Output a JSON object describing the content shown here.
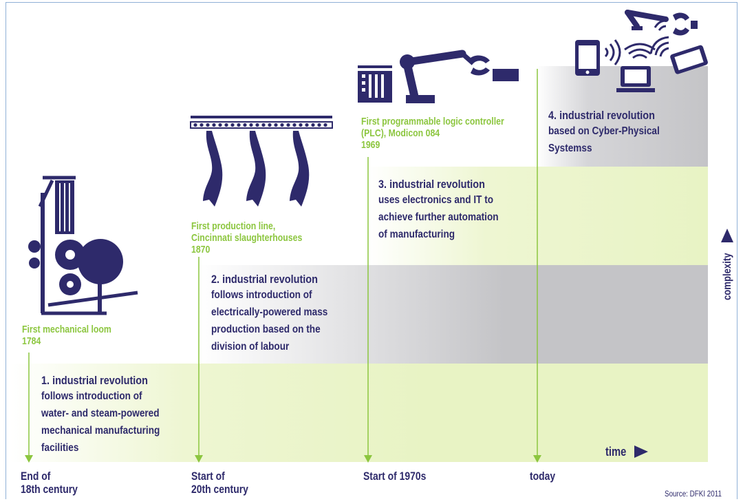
{
  "colors": {
    "navy": "#2e2a6b",
    "green": "#8cc63f",
    "light_green": "#e8f3c4",
    "gray": "#c4c4c7"
  },
  "milestones": [
    {
      "label_lines": [
        "First mechanical loom",
        "1784"
      ],
      "icon": "mechanical-loom-icon",
      "era_lines": [
        "End of",
        "18th century"
      ]
    },
    {
      "label_lines": [
        "First production line,",
        "Cincinnati slaughterhouses",
        "1870"
      ],
      "icon": "slaughterhouse-line-icon",
      "era_lines": [
        "Start of",
        "20th century"
      ]
    },
    {
      "label_lines": [
        "First programmable logic controller",
        "(PLC), Modicon 084",
        "1969"
      ],
      "icon": "plc-robot-arm-icon",
      "era_lines": [
        "Start of 1970s"
      ]
    },
    {
      "icon": "cyber-physical-devices-icon",
      "era_lines": [
        "today"
      ]
    }
  ],
  "revolutions": [
    {
      "title": "1. industrial revolution",
      "lines": [
        "follows introduction of",
        "water- and steam-powered",
        "mechanical manufacturing",
        "facilities"
      ]
    },
    {
      "title": "2. industrial revolution",
      "lines": [
        "follows introduction of",
        "electrically-powered mass",
        "production based on the",
        "division of labour"
      ]
    },
    {
      "title": "3. industrial revolution",
      "lines": [
        "uses electronics and IT to",
        "achieve further automation",
        "of manufacturing"
      ]
    },
    {
      "title": "4. industrial revolution",
      "lines": [
        "based on Cyber-Physical",
        "Systemss"
      ]
    }
  ],
  "axes": {
    "x_label": "time",
    "y_label": "complexity"
  },
  "source": "Source: DFKI 2011"
}
